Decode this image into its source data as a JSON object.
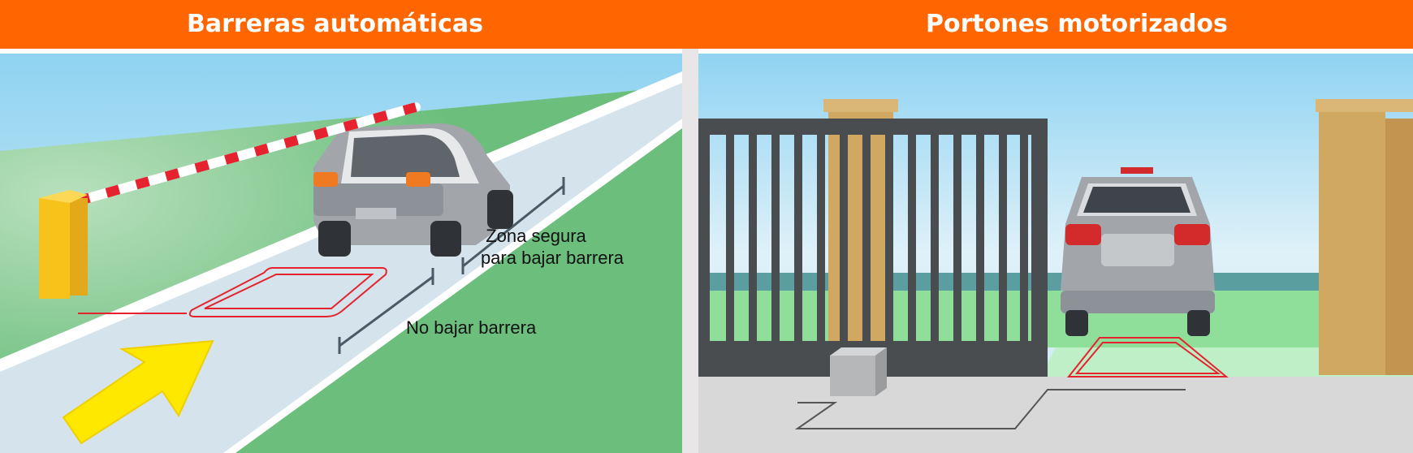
{
  "headers": {
    "left": "Barreras automáticas",
    "right": "Portones motorizados"
  },
  "left_scene": {
    "label_safe_line1": "Zona segura",
    "label_safe_line2": "para bajar barrera",
    "label_unsafe": "No bajar barrera"
  },
  "colors": {
    "header_bg": "#ff6600",
    "header_text": "#ffffff",
    "sky": "#8fd3f2",
    "grass": "#6bbe7c",
    "road": "#d5e4ec",
    "barrier_post": "#f7c21a",
    "barrier_stripe": "#e4232e",
    "loop_detector": "#e4232e",
    "arrow": "#ffe800",
    "car_body": "#a2a6ab",
    "gate": "#4a4d50",
    "pillar": "#d1a862"
  },
  "icons": [
    "barrier-gate-icon",
    "car-icon",
    "arrow-icon",
    "loop-detector-icon",
    "sliding-gate-icon",
    "gate-motor-icon",
    "pillar-icon"
  ]
}
